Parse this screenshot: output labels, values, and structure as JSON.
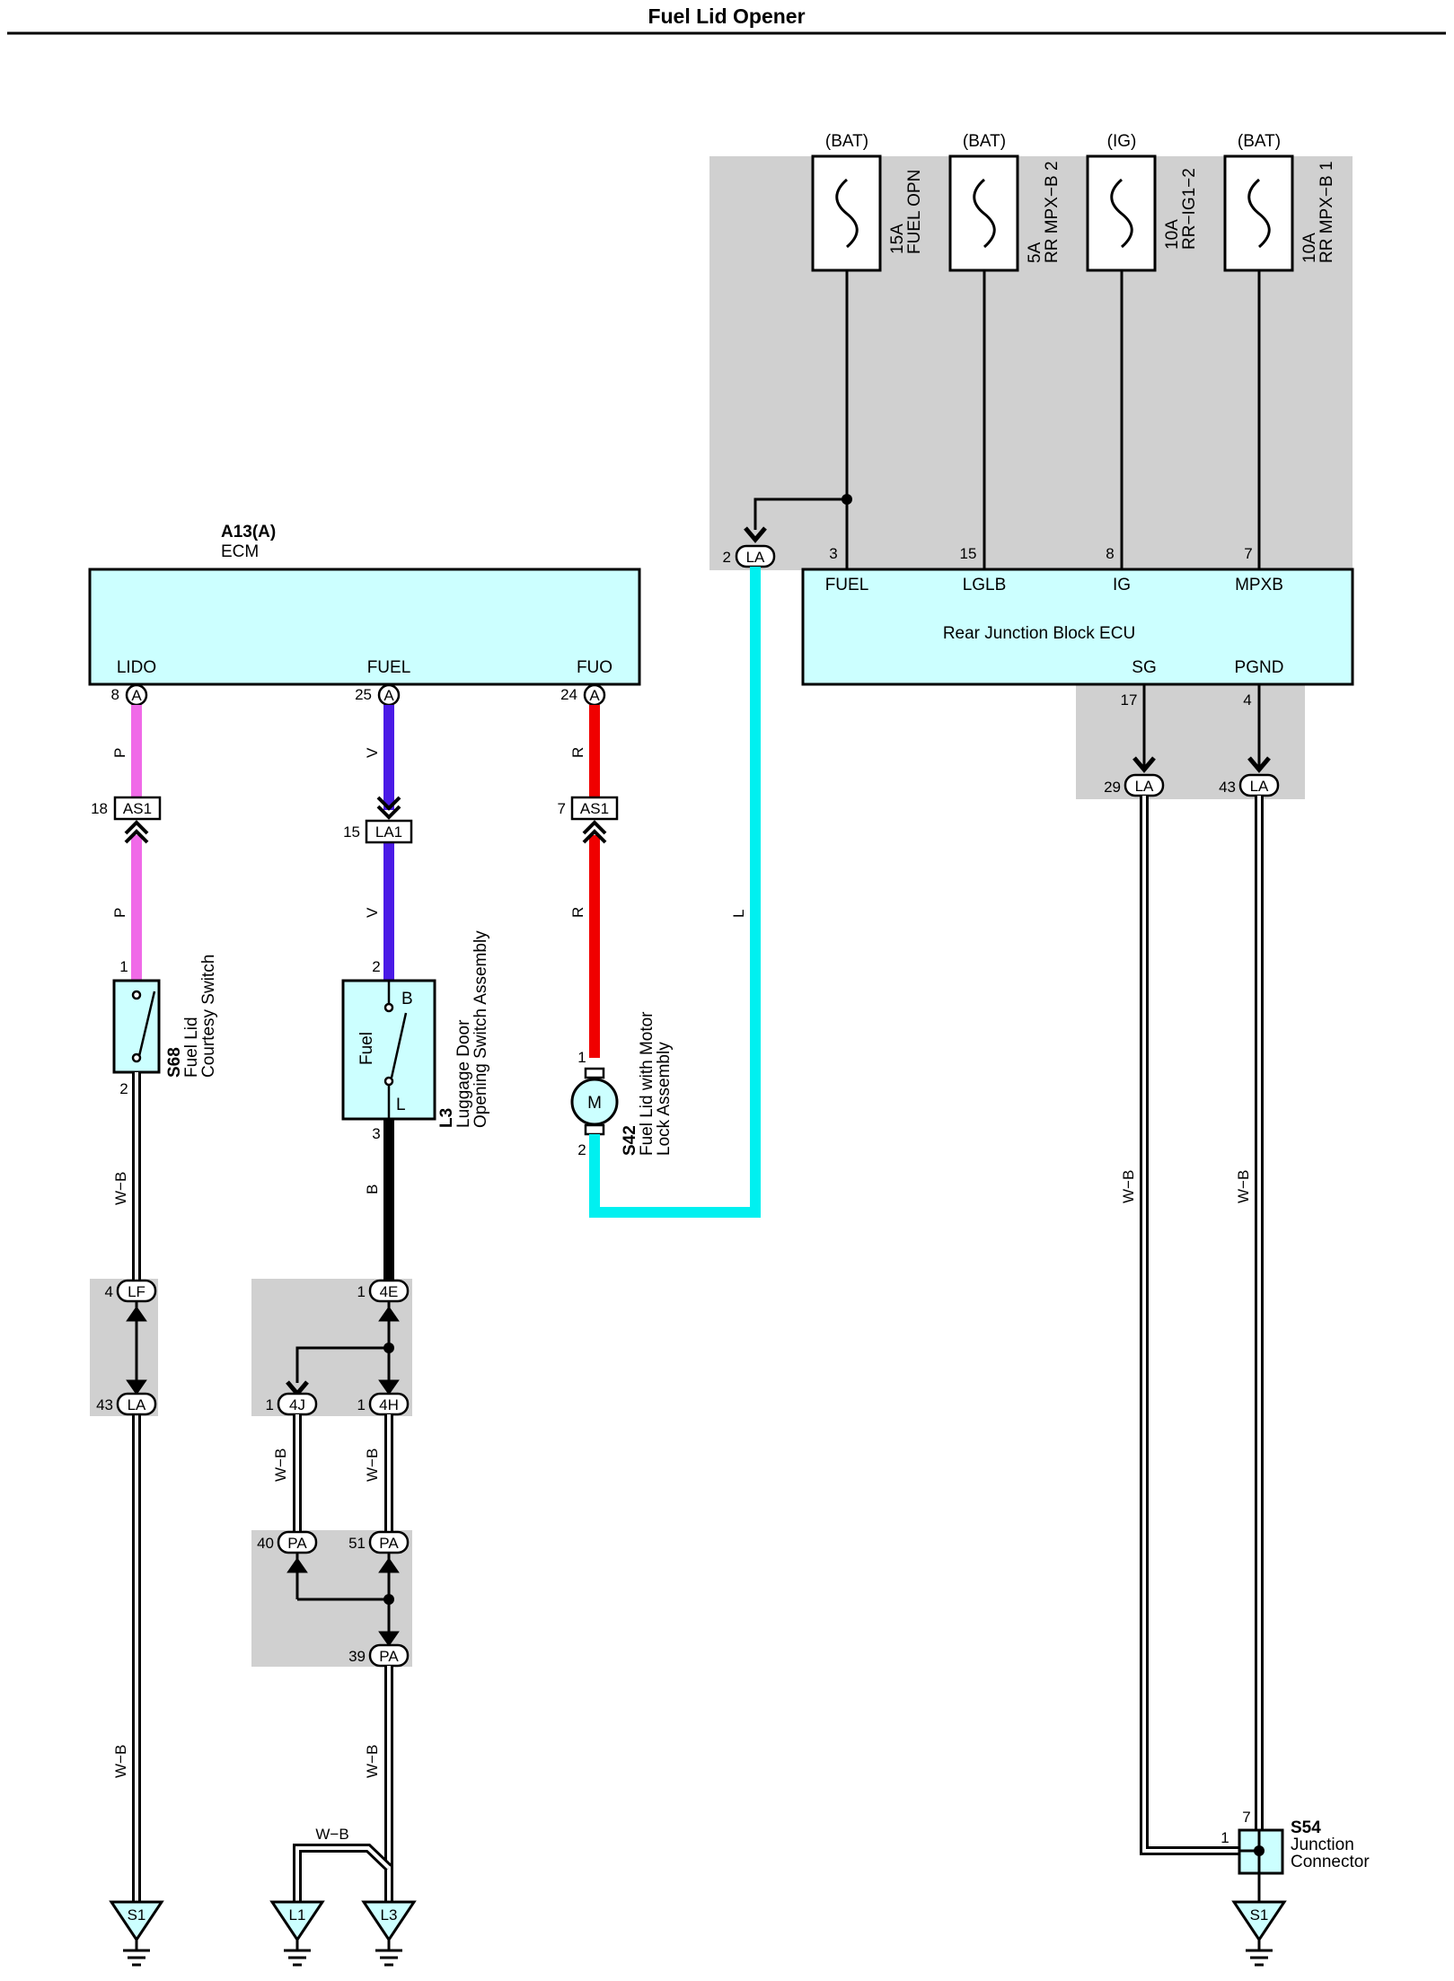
{
  "title": "Fuel Lid Opener",
  "colors": {
    "pink": "#f06ae8",
    "violet": "#4a1ae6",
    "red": "#f00000",
    "cyan": "#00f0f0",
    "black": "#000000",
    "box_fill": "#ccffff",
    "shade": "#d0d0d0"
  },
  "fuses": [
    {
      "source": "(BAT)",
      "rating": "15A",
      "name": "FUEL OPN",
      "pin": "3",
      "term": "FUEL"
    },
    {
      "source": "(BAT)",
      "rating": "5A",
      "name": "RR MPX−B 2",
      "pin": "15",
      "term": "LGLB"
    },
    {
      "source": "(IG)",
      "rating": "10A",
      "name": "RR−IG1−2",
      "pin": "8",
      "term": "IG"
    },
    {
      "source": "(BAT)",
      "rating": "10A",
      "name": "RR MPX−B 1",
      "pin": "7",
      "term": "MPXB"
    }
  ],
  "ecm": {
    "code": "A13(A)",
    "name": "ECM",
    "terms": [
      {
        "label": "LIDO",
        "pin": "8",
        "conn": "A"
      },
      {
        "label": "FUEL",
        "pin": "25",
        "conn": "A"
      },
      {
        "label": "FUO",
        "pin": "24",
        "conn": "A"
      }
    ]
  },
  "rjb": {
    "name": "Rear Junction Block ECU",
    "bottom_terms": [
      {
        "label": "SG",
        "pin": "17"
      },
      {
        "label": "PGND",
        "pin": "4"
      }
    ],
    "la_connector": {
      "pin": "2",
      "conn": "LA"
    }
  },
  "connectors": {
    "as1_left": {
      "pin": "18",
      "conn": "AS1"
    },
    "la1": {
      "pin": "15",
      "conn": "LA1"
    },
    "as1_right": {
      "pin": "7",
      "conn": "AS1"
    },
    "lf": {
      "pin": "4",
      "conn": "LF"
    },
    "la_left": {
      "pin": "43",
      "conn": "LA"
    },
    "c4e": {
      "pin": "1",
      "conn": "4E"
    },
    "c4j": {
      "pin": "1",
      "conn": "4J"
    },
    "c4h": {
      "pin": "1",
      "conn": "4H"
    },
    "pa40": {
      "pin": "40",
      "conn": "PA"
    },
    "pa51": {
      "pin": "51",
      "conn": "PA"
    },
    "pa39": {
      "pin": "39",
      "conn": "PA"
    },
    "la29": {
      "pin": "29",
      "conn": "LA"
    },
    "la43": {
      "pin": "43",
      "conn": "LA"
    }
  },
  "wires": {
    "p": "P",
    "v": "V",
    "r": "R",
    "l": "L",
    "wb": "W−B",
    "b": "B"
  },
  "components": {
    "s68": {
      "code": "S68",
      "line1": "Fuel Lid",
      "line2": "Courtesy Switch",
      "pin_top": "1",
      "pin_bottom": "2"
    },
    "l3": {
      "code": "L3",
      "line1": "Luggage Door",
      "line2": "Opening Switch Assembly",
      "inner": "Fuel",
      "b": "B",
      "l": "L",
      "pin_top": "2",
      "pin_bottom": "3"
    },
    "s42": {
      "code": "S42",
      "line1": "Fuel Lid with Motor",
      "line2": "Lock Assembly",
      "motor": "M",
      "pin_top": "1",
      "pin_bottom": "2"
    },
    "s54": {
      "code": "S54",
      "line1": "Junction",
      "line2": "Connector",
      "pin_top": "7",
      "pin_left": "1"
    }
  },
  "grounds": [
    "S1",
    "L1",
    "L3",
    "S1"
  ]
}
